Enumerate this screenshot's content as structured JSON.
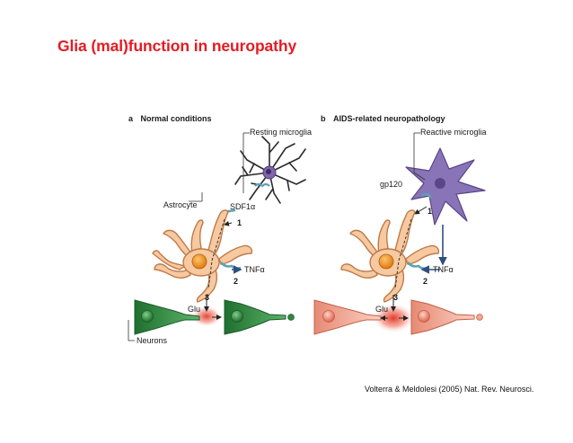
{
  "slide": {
    "title": "Glia (mal)function in neuropathy",
    "citation": "Volterra & Meldolesi (2005) Nat. Rev. Neurosci."
  },
  "panel_a": {
    "letter": "a",
    "title": "Normal conditions",
    "labels": {
      "microglia": "Resting microglia",
      "astrocyte": "Astrocyte",
      "sdf": "SDF1α",
      "tnf": "TNFα",
      "glu": "Glu",
      "neurons": "Neurons",
      "step1": "1",
      "step2": "2",
      "step3": "3"
    }
  },
  "panel_b": {
    "letter": "b",
    "title": "AIDS-related neuropathology",
    "labels": {
      "microglia": "Reactive microglia",
      "gp120": "gp120",
      "tnf": "TNFα",
      "glu": "Glu",
      "step1": "1",
      "step2": "2",
      "step3": "3"
    }
  },
  "colors": {
    "title": "#e41b23",
    "astrocyte": "#f6c9a0",
    "astrocyte_nucleus": "#f0901e",
    "resting_microglia": "#8066a8",
    "reactive_microglia": "#8a74b8",
    "neuron_normal": "#2f8a3e",
    "neuron_disease": "#f2a690",
    "receptor": "#5aa2b8",
    "glutamate": "#e23a2a"
  }
}
